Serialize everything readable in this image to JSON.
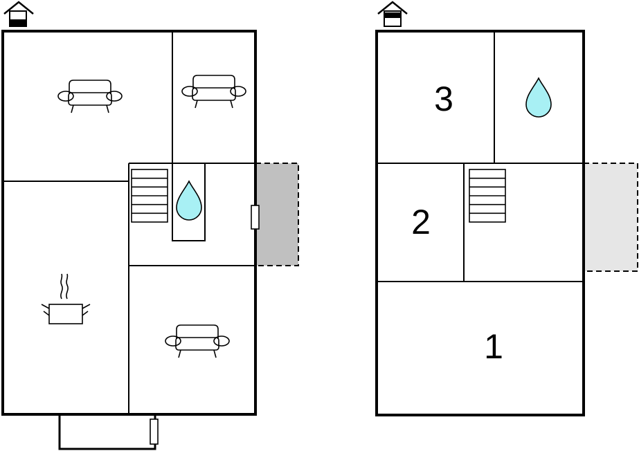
{
  "floors": [
    {
      "id": "ground",
      "floor_icon_semantic": "house-ground-floor-icon",
      "rooms": [
        {
          "label": "",
          "icon": "sofa-icon"
        },
        {
          "label": "",
          "icon": "sofa-icon"
        },
        {
          "label": "",
          "icon": "stairs-icon"
        },
        {
          "label": "",
          "icon": "water-drop-icon"
        },
        {
          "label": "",
          "icon": "cooking-pot-icon"
        },
        {
          "label": "",
          "icon": "sofa-icon"
        }
      ],
      "terrace_color": "#c0c0c0"
    },
    {
      "id": "upper",
      "floor_icon_semantic": "house-upper-floor-icon",
      "rooms": [
        {
          "label": "3",
          "icon": ""
        },
        {
          "label": "",
          "icon": "water-drop-icon"
        },
        {
          "label": "2",
          "icon": ""
        },
        {
          "label": "",
          "icon": "stairs-icon"
        },
        {
          "label": "1",
          "icon": ""
        }
      ],
      "terrace_color": "#e6e6e6"
    }
  ],
  "colors": {
    "water": "#a8f0f4",
    "terrace_ground": "#c0c0c0",
    "terrace_upper": "#e6e6e6"
  }
}
